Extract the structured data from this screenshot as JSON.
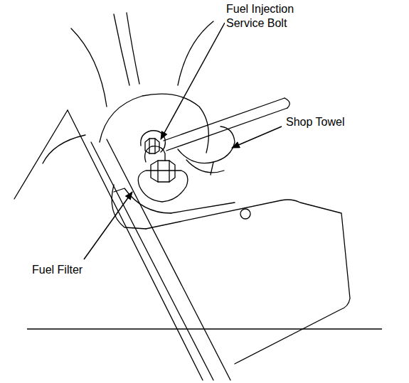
{
  "diagram": {
    "labels": [
      "Fuel Injection Service Bolt",
      "Shop Towel",
      "Fuel Filter"
    ]
  }
}
